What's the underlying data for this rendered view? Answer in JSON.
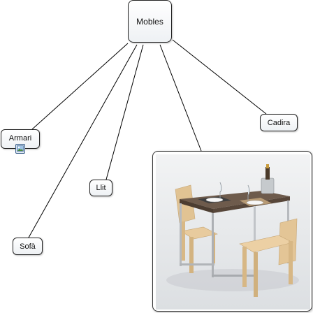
{
  "concept_map": {
    "root": {
      "label": "Mobles"
    },
    "children": [
      {
        "id": "armari",
        "label": "Armari",
        "has_attachment": true
      },
      {
        "id": "sofa",
        "label": "Sofà"
      },
      {
        "id": "llit",
        "label": "Llit"
      },
      {
        "id": "taula",
        "label": "",
        "is_image": true
      },
      {
        "id": "cadira",
        "label": "Cadira"
      }
    ]
  },
  "icons": {
    "attachment": "image-attachment-icon"
  },
  "colors": {
    "node_border": "#222222",
    "line": "#000000",
    "photo_bg": "#e8eaec",
    "wood": "#e5c79a",
    "tabletop": "#6d5a4a",
    "steel": "#b9bcc0"
  }
}
